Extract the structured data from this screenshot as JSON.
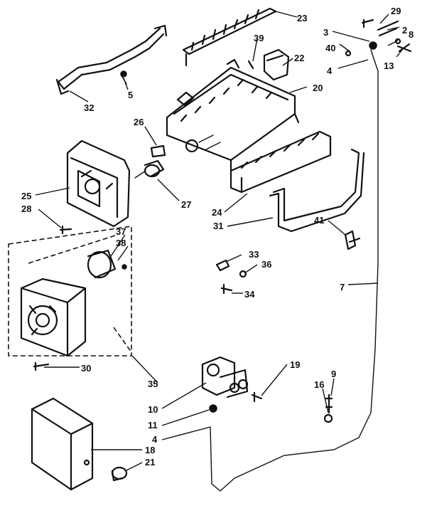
{
  "labels": {
    "l23": "23",
    "l29": "29",
    "l3": "3",
    "l2": "2",
    "l39": "39",
    "l8": "8",
    "l40": "40",
    "l22": "22",
    "l13": "13",
    "l4a": "4",
    "l20": "20",
    "l5": "5",
    "l32": "32",
    "l26": "26",
    "l25": "25",
    "l28": "28",
    "l27": "27",
    "l24": "24",
    "l31": "31",
    "l41": "41",
    "l37": "37",
    "l38": "38",
    "l33": "33",
    "l36": "36",
    "l7": "7",
    "l34": "34",
    "l19": "19",
    "l30": "30",
    "l35": "35",
    "l9": "9",
    "l16": "16",
    "l10": "10",
    "l11": "11",
    "l4b": "4",
    "l18": "18",
    "l21": "21"
  },
  "colors": {
    "ink": "#111111",
    "paper": "#ffffff"
  }
}
